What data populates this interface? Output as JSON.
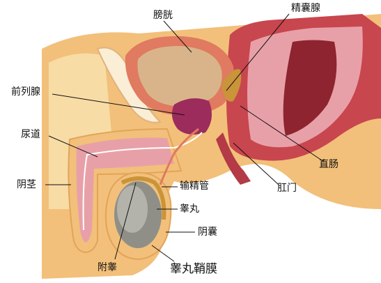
{
  "labels": {
    "bladder": "膀胱",
    "seminal_vesicle": "精囊腺",
    "prostate": "前列腺",
    "urethra": "尿道",
    "rectum": "直肠",
    "anus": "肛门",
    "penis": "阴茎",
    "vas_deferens": "输精管",
    "testis": "睾丸",
    "scrotum": "阴囊",
    "epididymis": "附睾",
    "tunica_vaginalis": "睾丸鞘膜"
  },
  "colors": {
    "fat": "#f2c07a",
    "fat_light": "#f8dca6",
    "fat_dark": "#e2a45a",
    "muscle": "#c8464e",
    "muscle_dark": "#8e2430",
    "pink": "#e8a0a8",
    "bladder_wall": "#e07a60",
    "bladder_inner": "#d9b48a",
    "prostate": "#9c2c5c",
    "testis": "#8f8f88",
    "line": "#111111"
  }
}
